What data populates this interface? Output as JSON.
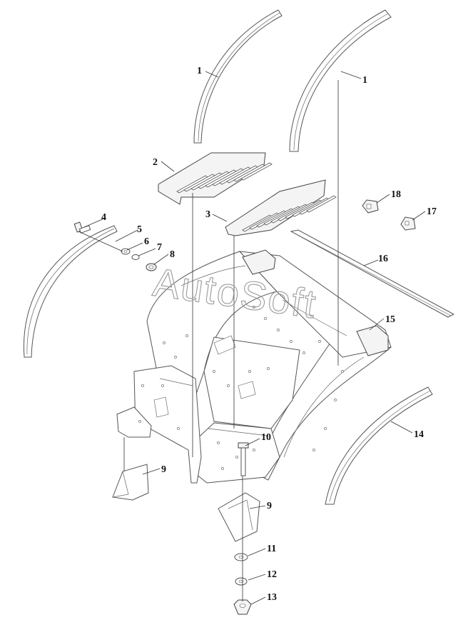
{
  "watermark": "AutoSoft",
  "callouts": [
    {
      "id": "c1a",
      "label": "1"
    },
    {
      "id": "c1b",
      "label": "1"
    },
    {
      "id": "c2",
      "label": "2"
    },
    {
      "id": "c3",
      "label": "3"
    },
    {
      "id": "c4",
      "label": "4"
    },
    {
      "id": "c5",
      "label": "5"
    },
    {
      "id": "c6",
      "label": "6"
    },
    {
      "id": "c7",
      "label": "7"
    },
    {
      "id": "c8",
      "label": "8"
    },
    {
      "id": "c9a",
      "label": "9"
    },
    {
      "id": "c9b",
      "label": "9"
    },
    {
      "id": "c10",
      "label": "10"
    },
    {
      "id": "c11",
      "label": "11"
    },
    {
      "id": "c12",
      "label": "12"
    },
    {
      "id": "c13",
      "label": "13"
    },
    {
      "id": "c14",
      "label": "14"
    },
    {
      "id": "c15",
      "label": "15"
    },
    {
      "id": "c16",
      "label": "16"
    },
    {
      "id": "c17",
      "label": "17"
    },
    {
      "id": "c18",
      "label": "18"
    }
  ]
}
